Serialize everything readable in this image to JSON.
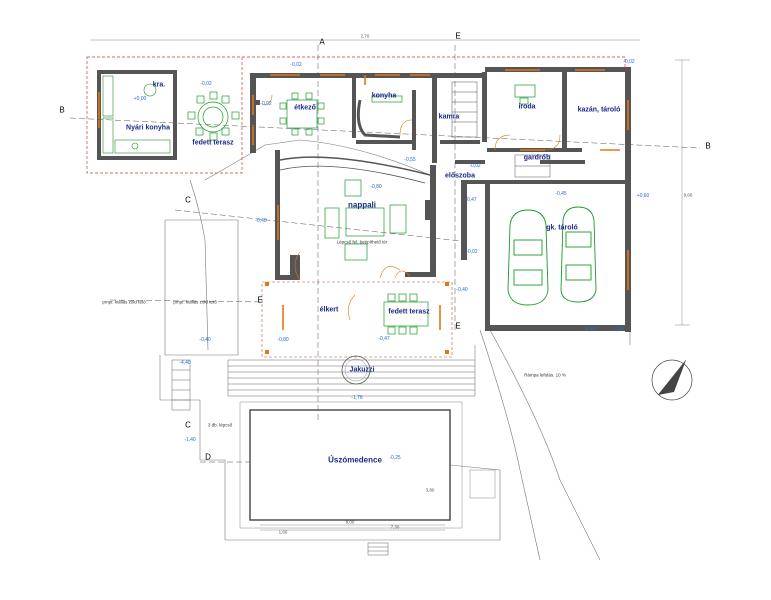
{
  "rooms": {
    "nyari_konyha": "Nyári konyha",
    "kra": "kra.",
    "fedett_terasz_1": "fedett terasz",
    "etkezo": "étkező",
    "konyha": "konyha",
    "kamra": "kamra",
    "iroda": "iroda",
    "kazan_tarolo": "kazán, tároló",
    "eloszoba": "előszoba",
    "gardrob": "gardrób",
    "nappali": "nappali",
    "gk_tarolo": "gk. tároló",
    "elkert": "élkert",
    "fedett_terasz_2": "fedett terasz",
    "jakuzzi": "Jakuzzi",
    "uszomedence": "Úszómedence"
  },
  "levels": {
    "l1": "-0,02",
    "l2": "-0,02",
    "l3": "+0,00",
    "l4": "-0,02",
    "l5": "-0,02",
    "l6": "-0,55",
    "l7": "-0,80",
    "l8": "-0,40",
    "l9": "-0,47",
    "l10": "-0,02",
    "l11": "-0,40",
    "l12": "-0,47",
    "l13": "-0,80",
    "l14": "-0,47",
    "l15": "-1,76",
    "l16": "-4,40",
    "l17": "-0,25",
    "l18": "-0,40",
    "l19": "-1,40",
    "l20": "+0,60",
    "l21": "-0,47",
    "l22": "-0,45",
    "l23": "-0,02"
  },
  "marks": {
    "a_top": "A",
    "e_top": "E",
    "b_left": "B",
    "b_right": "B",
    "c_left": "C",
    "c_low": "C",
    "d_left": "D",
    "e_mid": "E",
    "e_low": "E"
  },
  "notes": {
    "pergola_1": "pmpr. kiállás\nzöld tető",
    "pergola_2": "pmpr. kiállás\nzöld tető",
    "lepcso": "3 db. lépcső",
    "ramp": "Rámpa lefutás. 10 %",
    "nappali_sub": "Lépcső fel. beépíthető tér"
  },
  "dims": {
    "top": "2,70",
    "right": "9,66",
    "pool_w": "8,00",
    "pool_h": "3,80",
    "pool_w2": "7,30",
    "pool_bot": "1,60"
  }
}
